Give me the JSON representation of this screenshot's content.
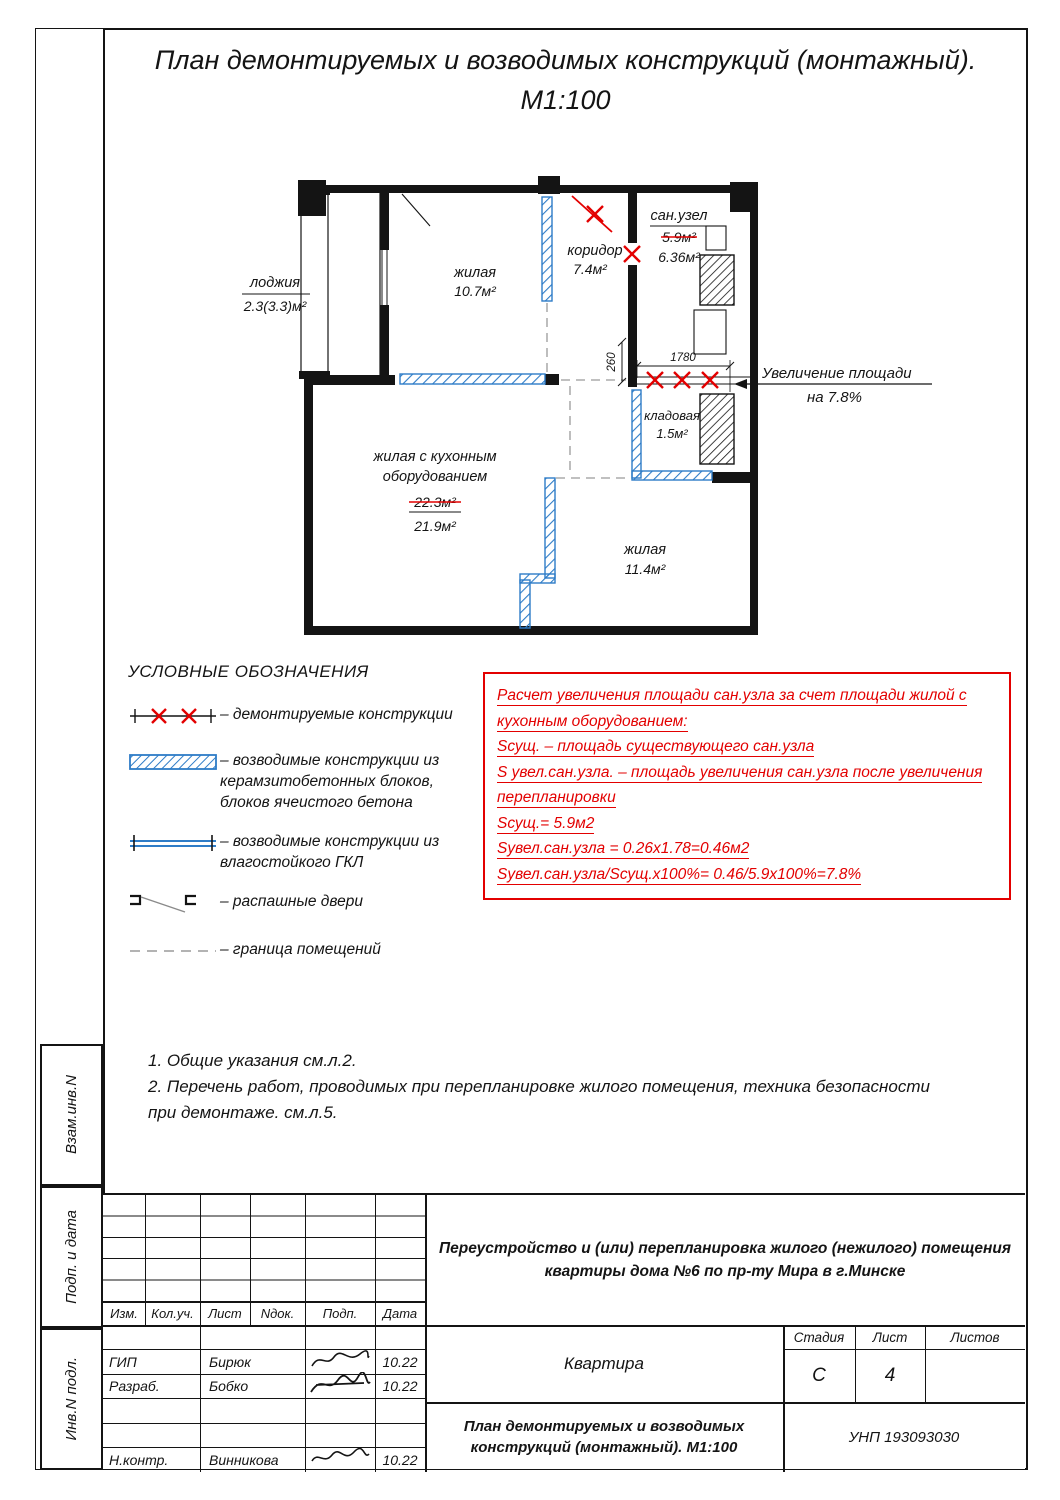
{
  "title": {
    "line1": "План  демонтируемых  и  возводимых  конструкций  (монтажный).",
    "line2": "М1:100"
  },
  "plan": {
    "loggia": {
      "label": "лоджия",
      "area": "2.3(3.3)м²"
    },
    "living1": {
      "label": "жилая",
      "area": "10.7м²"
    },
    "corridor": {
      "label": "коридор",
      "area": "7.4м²"
    },
    "bathroom": {
      "label": "сан.узел",
      "area_old": "5.9м²",
      "area_new": "6.36м²"
    },
    "storage": {
      "label": "кладовая",
      "area": "1.5м²"
    },
    "living_kitchen": {
      "label1": "жилая с кухонным",
      "label2": "оборудованием",
      "area_old": "22.3м²",
      "area_new": "21.9м²"
    },
    "living2": {
      "label": "жилая",
      "area": "11.4м²"
    },
    "dims": {
      "d1": "260",
      "d2": "1780"
    },
    "callout": {
      "line1": "Увеличение  площади",
      "line2": "на  7.8%"
    }
  },
  "legend": {
    "title": "УСЛОВНЫЕ  ОБОЗНАЧЕНИЯ",
    "items": [
      {
        "label": "–  демонтируемые  конструкции"
      },
      {
        "label": "–  возводимые  конструкции  из керамзитобетонных  блоков, блоков  ячеистого  бетона"
      },
      {
        "label": "–  возводимые  конструкции из  влагостойкого  ГКЛ"
      },
      {
        "label": "–  распашные  двери"
      },
      {
        "label": "–  граница  помещений"
      }
    ]
  },
  "calc": {
    "lines": [
      "Расчет увеличения площади сан.узла за счет площади жилой с",
      "кухонным оборудованием:",
      "Sсущ. – площадь существующего сан.узла",
      "S увел.сан.узла. – площадь увеличения сан.узла после увеличения",
      "перепланировки",
      "Sсущ.= 5.9м2",
      "Sувел.сан.узла = 0.26х1.78=0.46м2",
      "Sувел.сан.узла/Sсущ.х100%= 0.46/5.9х100%=7.8%"
    ]
  },
  "notes": [
    "1. Общие указания см.л.2.",
    "2. Перечень работ, проводимых при перепланировке жилого помещения, техника безопасности",
    "при демонтаже. см.л.5."
  ],
  "sidebar": {
    "cells": [
      "Взам.инв.N",
      "Подп. и дата",
      "Инв.N подл."
    ]
  },
  "titleblock": {
    "columns": [
      "Изм.",
      "Кол.уч.",
      "Лист",
      "Nдок.",
      "Подп.",
      "Дата"
    ],
    "rows": [
      {
        "role": "ГИП",
        "name": "Бирюк",
        "date": "10.22"
      },
      {
        "role": "Разраб.",
        "name": "Бобко",
        "date": "10.22"
      },
      {
        "role": "Н.контр.",
        "name": "Винникова",
        "date": "10.22"
      }
    ],
    "project_line1": "Переустройство и (или) перепланировка жилого (нежилого) помещения",
    "project_line2": "квартиры дома №6 по пр-ту Мира в г.Минске",
    "object": "Квартира",
    "stage_label": "Стадия",
    "sheet_label": "Лист",
    "sheets_label": "Листов",
    "stage": "С",
    "sheet": "4",
    "sheets": "",
    "doc_line1": "План демонтируемых и возводимых",
    "doc_line2": "конструкций (монтажный). М1:100",
    "unp": "УНП 193093030"
  }
}
